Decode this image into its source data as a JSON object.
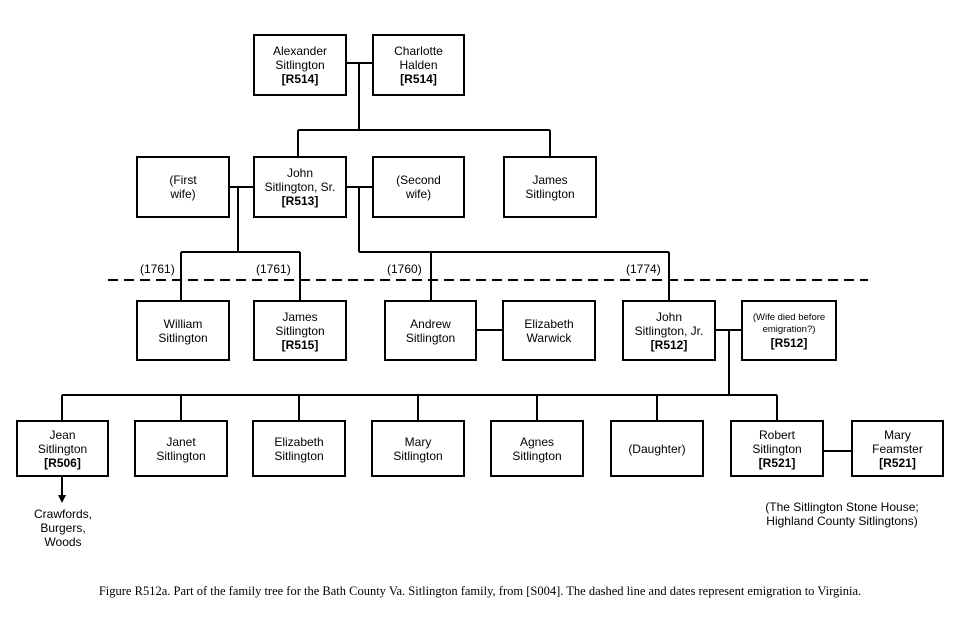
{
  "people": {
    "alexander": [
      "Alexander",
      "Sitlington",
      "[R514]"
    ],
    "charlotte": [
      "Charlotte",
      "Halden",
      "[R514]"
    ],
    "first_wife": [
      "(First",
      "wife)"
    ],
    "john_sr": [
      "John",
      "Sitlington, Sr.",
      "[R513]"
    ],
    "second_wife": [
      "(Second",
      "wife)"
    ],
    "james_sr_brother": [
      "James",
      "Sitlington"
    ],
    "william": [
      "William",
      "Sitlington"
    ],
    "james_jr": [
      "James",
      "Sitlington",
      "[R515]"
    ],
    "andrew": [
      "Andrew",
      "Sitlington"
    ],
    "elizabeth_warwick": [
      "Elizabeth",
      "Warwick"
    ],
    "john_jr": [
      "John",
      "Sitlington, Jr.",
      "[R512]"
    ],
    "wife_died": [
      "(Wife died before",
      "emigration?)",
      "[R512]"
    ],
    "jean": [
      "Jean",
      "Sitlington",
      "[R506]"
    ],
    "janet": [
      "Janet",
      "Sitlington"
    ],
    "elizabeth": [
      "Elizabeth",
      "Sitlington"
    ],
    "mary": [
      "Mary",
      "Sitlington"
    ],
    "agnes": [
      "Agnes",
      "Sitlington"
    ],
    "daughter": [
      "(Daughter)"
    ],
    "robert": [
      "Robert",
      "Sitlington",
      "[R521]"
    ],
    "mary_feamster": [
      "Mary",
      "Feamster",
      "[R521]"
    ]
  },
  "years": {
    "william": "(1761)",
    "james": "(1761)",
    "andrew": "(1760)",
    "john_jr": "(1774)"
  },
  "notes": {
    "jean_descendants": [
      "Crawfords,",
      "Burgers,",
      "Woods"
    ],
    "robert_note": [
      "(The Sitlington Stone House;",
      "Highland County Sitlingtons)"
    ]
  },
  "caption": "Figure R512a. Part of the family tree for the Bath County Va. Sitlington family, from [S004]. The dashed line and dates represent emigration to Virginia."
}
